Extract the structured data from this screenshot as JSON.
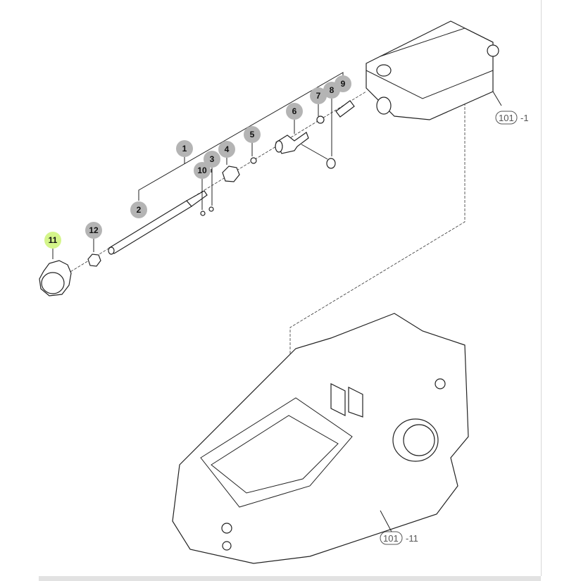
{
  "callouts": [
    {
      "id": "1",
      "label": "1",
      "highlight": false
    },
    {
      "id": "2",
      "label": "2",
      "highlight": false
    },
    {
      "id": "3",
      "label": "3",
      "highlight": false
    },
    {
      "id": "4",
      "label": "4",
      "highlight": false
    },
    {
      "id": "5",
      "label": "5",
      "highlight": false
    },
    {
      "id": "6",
      "label": "6",
      "highlight": false
    },
    {
      "id": "7",
      "label": "7",
      "highlight": false
    },
    {
      "id": "8",
      "label": "8",
      "highlight": false
    },
    {
      "id": "9",
      "label": "9",
      "highlight": false
    },
    {
      "id": "10",
      "label": "10",
      "highlight": false
    },
    {
      "id": "11",
      "label": "11",
      "highlight": true
    },
    {
      "id": "12",
      "label": "12",
      "highlight": false
    }
  ],
  "references": [
    {
      "code": "101",
      "suffix": "-1"
    },
    {
      "code": "101",
      "suffix": "-11"
    }
  ],
  "colors": {
    "callout": "#b4b4b4",
    "highlight": "#d4f58a",
    "line": "#222222"
  }
}
